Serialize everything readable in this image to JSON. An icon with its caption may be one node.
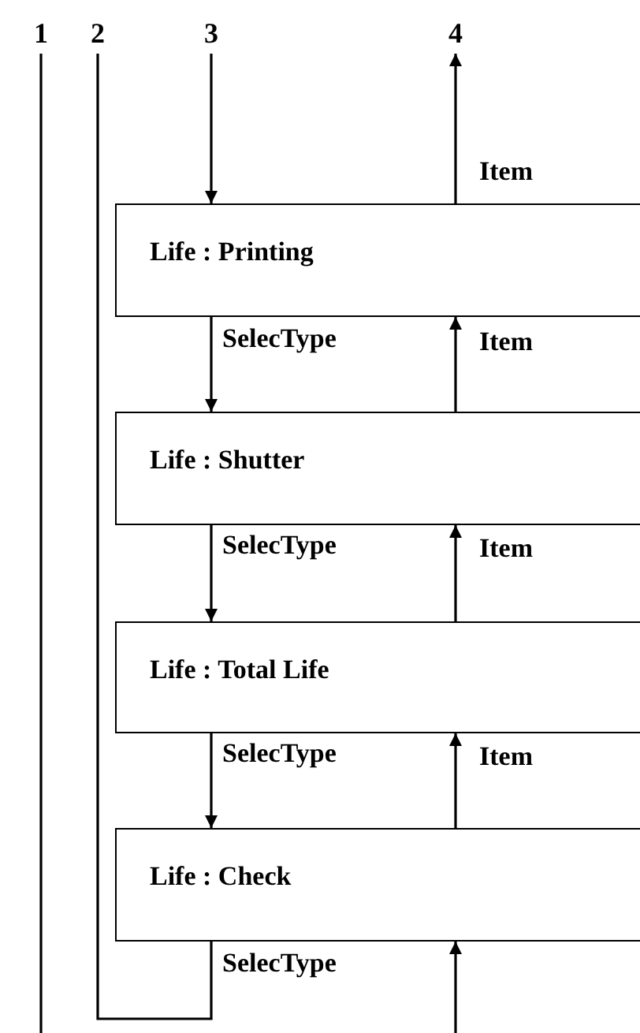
{
  "diagram": {
    "nodes": [
      {
        "text": [
          "1"
        ]
      },
      {
        "text": [
          "2"
        ]
      },
      {
        "text": [
          "3"
        ]
      },
      {
        "text": [
          "4"
        ]
      },
      {
        "text": [
          "Life : Printing"
        ]
      },
      {
        "text": [
          "Life : Shutter"
        ]
      },
      {
        "text": [
          "Life : Total Life"
        ]
      },
      {
        "text": [
          "Life : Check"
        ]
      }
    ],
    "edges": [
      {
        "from": 0,
        "to": null,
        "arrow": "none"
      },
      {
        "from": 1,
        "to": 7,
        "arrow": "none",
        "label": "SelecType"
      },
      {
        "from": 2,
        "to": 4,
        "arrow": "to"
      },
      {
        "from": 4,
        "to": 3,
        "arrow": "to",
        "label": "Item"
      },
      {
        "from": 4,
        "to": 5,
        "arrow": "to",
        "label": "SelecType"
      },
      {
        "from": 5,
        "to": 4,
        "arrow": "to",
        "label": "Item"
      },
      {
        "from": 5,
        "to": 6,
        "arrow": "to",
        "label": "SelecType"
      },
      {
        "from": 6,
        "to": 5,
        "arrow": "to",
        "label": "Item"
      },
      {
        "from": 6,
        "to": 7,
        "arrow": "to",
        "label": "SelecType"
      },
      {
        "from": 7,
        "to": 6,
        "arrow": "to",
        "label": "Item"
      },
      {
        "from": null,
        "to": 7,
        "arrow": "to"
      }
    ]
  }
}
